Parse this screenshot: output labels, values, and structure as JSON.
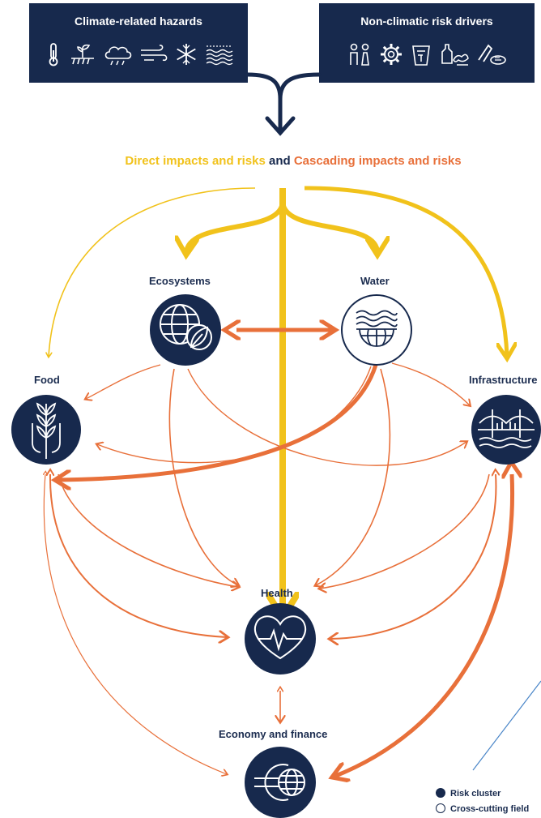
{
  "header": {
    "climate_title": "Climate-related hazards",
    "nonclimate_title": "Non-climatic risk drivers",
    "climate_icons": [
      "thermometer-icon",
      "drought-plant-icon",
      "rain-cloud-icon",
      "wind-icon",
      "snowflake-icon",
      "flood-waves-icon"
    ],
    "nonclimate_icons": [
      "people-icon",
      "gear-icon",
      "waste-bin-icon",
      "pollution-bottle-icon",
      "deforestation-icon"
    ]
  },
  "impacts": {
    "direct": "Direct impacts and risks",
    "and": "and",
    "cascading": "Cascading impacts and risks"
  },
  "nodes": {
    "ecosystems": "Ecosystems",
    "water": "Water",
    "food": "Food",
    "infrastructure": "Infrastructure",
    "health": "Health",
    "economy": "Economy and finance"
  },
  "legend": {
    "risk_cluster": "Risk cluster",
    "cross_cutting": "Cross-cutting field"
  },
  "colors": {
    "navy": "#17294d",
    "direct": "#f1c21b",
    "cascading": "#e8703a",
    "line": "#4a86c8"
  }
}
